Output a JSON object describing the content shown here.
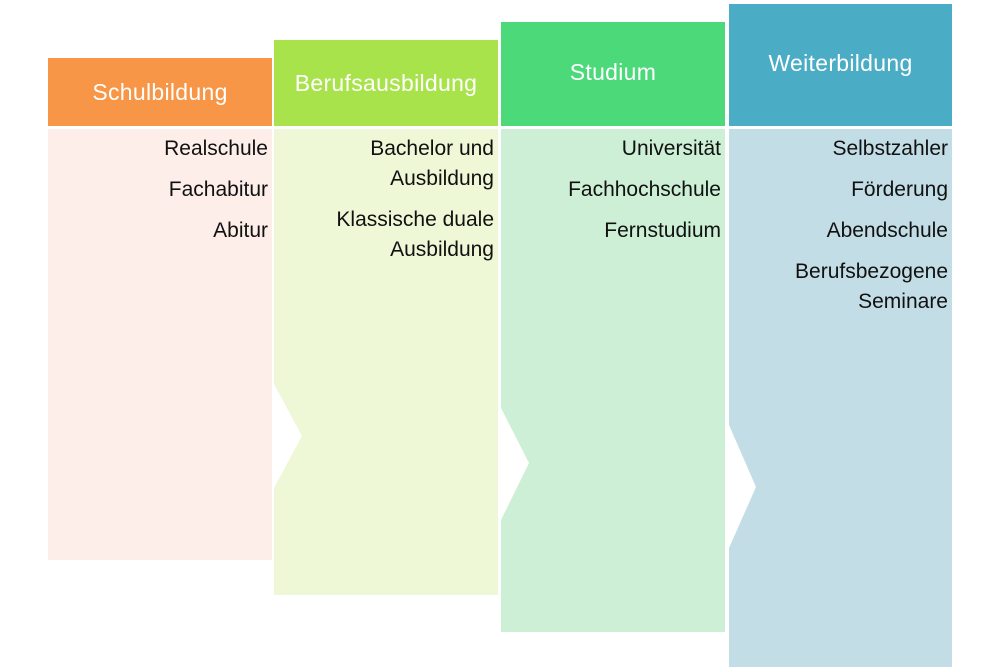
{
  "columns": [
    {
      "title": "Schulbildung",
      "header_color": "#F79646",
      "body_color": "#FDEEEA",
      "items": [
        "Realschule",
        "Fachabitur",
        "Abitur"
      ]
    },
    {
      "title": "Berufsausbildung",
      "header_color": "#A9E34B",
      "body_color": "#EEF7D6",
      "items": [
        "Bachelor und Ausbildung",
        "Klassische duale Ausbildung"
      ]
    },
    {
      "title": "Studium",
      "header_color": "#4CD97A",
      "body_color": "#CDEFD6",
      "items": [
        "Universität",
        "Fachhochschule",
        "Fernstudium"
      ]
    },
    {
      "title": "Weiterbildung",
      "header_color": "#4BACC6",
      "body_color": "#C3DDE6",
      "items": [
        "Selbstzahler",
        "Förderung",
        "Abendschule",
        "Berufsbezogene Seminare"
      ]
    }
  ]
}
